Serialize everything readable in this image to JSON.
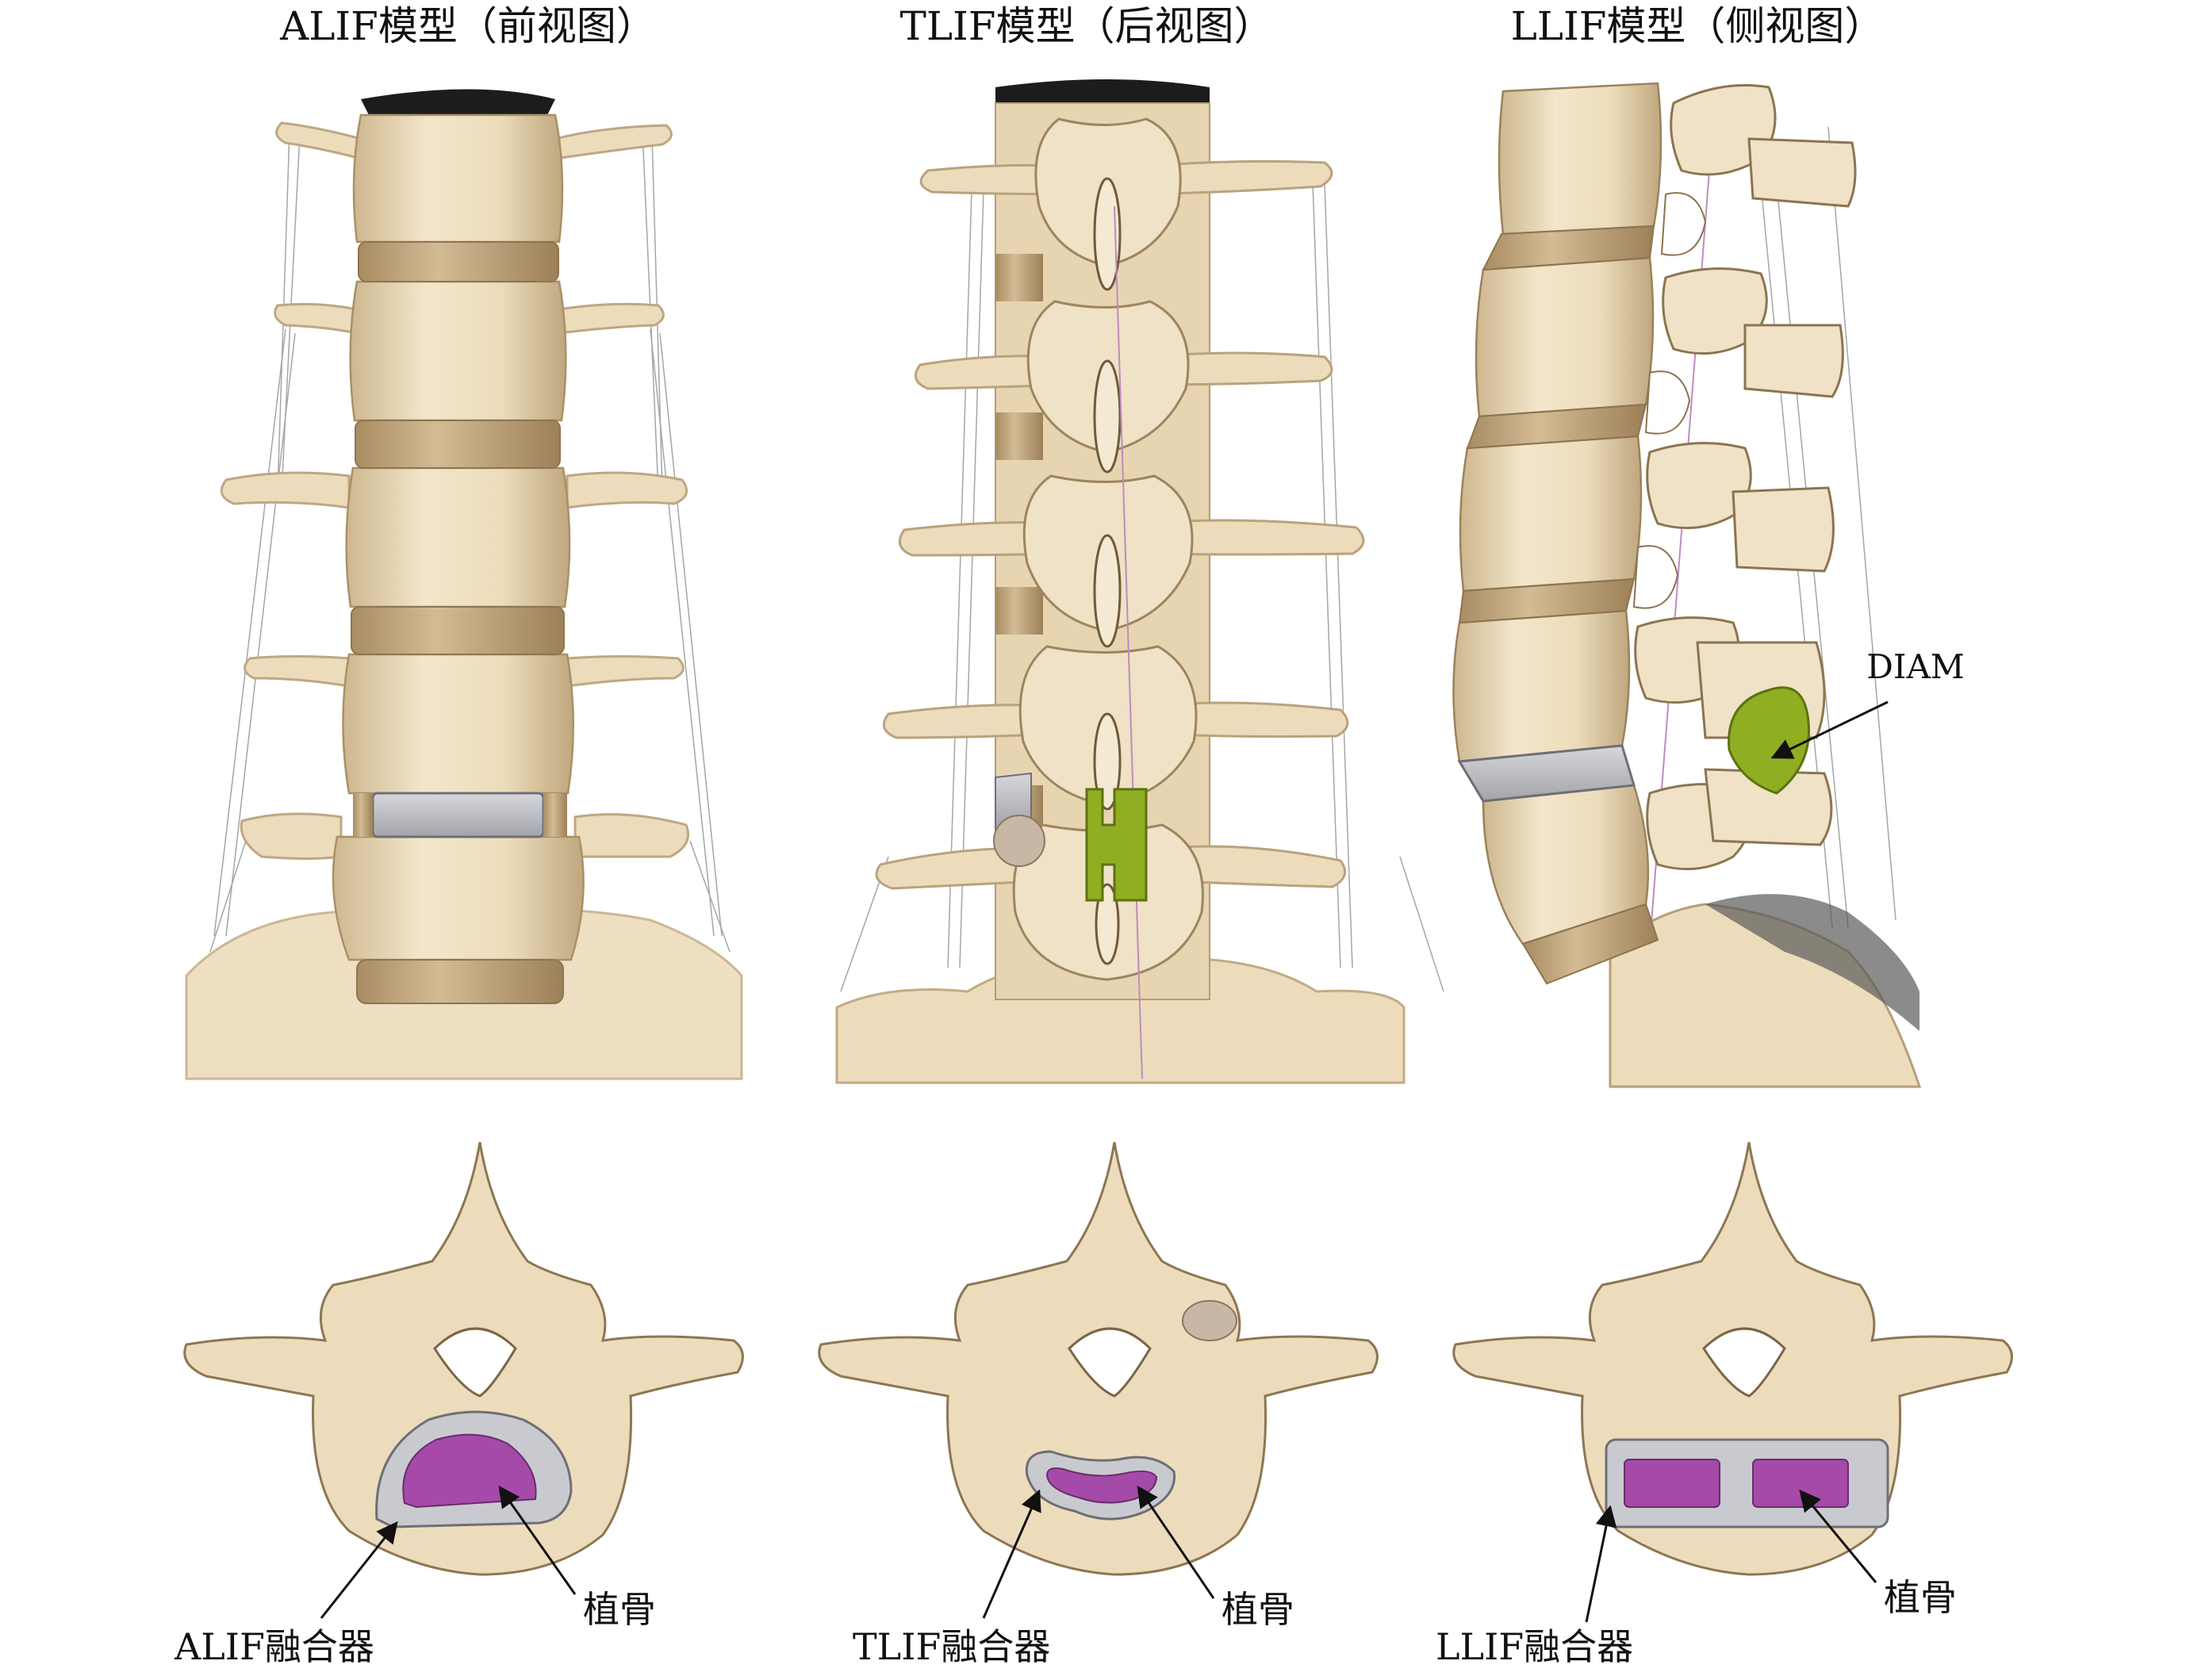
{
  "panels": {
    "alif": {
      "title": "ALIF模型（前视图）"
    },
    "tlif": {
      "title": "TLIF模型（后视图）"
    },
    "llif": {
      "title": "LLIF模型（侧视图）",
      "diam_label": "DIAM"
    }
  },
  "sections": {
    "alif": {
      "cage_label": "ALIF融合器",
      "graft_label": "植骨"
    },
    "tlif": {
      "cage_label": "TLIF融合器",
      "graft_label": "植骨"
    },
    "llif": {
      "cage_label": "LLIF融合器",
      "graft_label": "植骨"
    }
  },
  "colors": {
    "bone": "#eddcbc",
    "bone_shadow": "#c9b38d",
    "disc": "#c8ad84",
    "cage": "#bfc0c6",
    "graft": "#a54aa8",
    "diam": "#8fae22",
    "ligament": "#9a9a9a",
    "outline": "#2a2a2a"
  }
}
